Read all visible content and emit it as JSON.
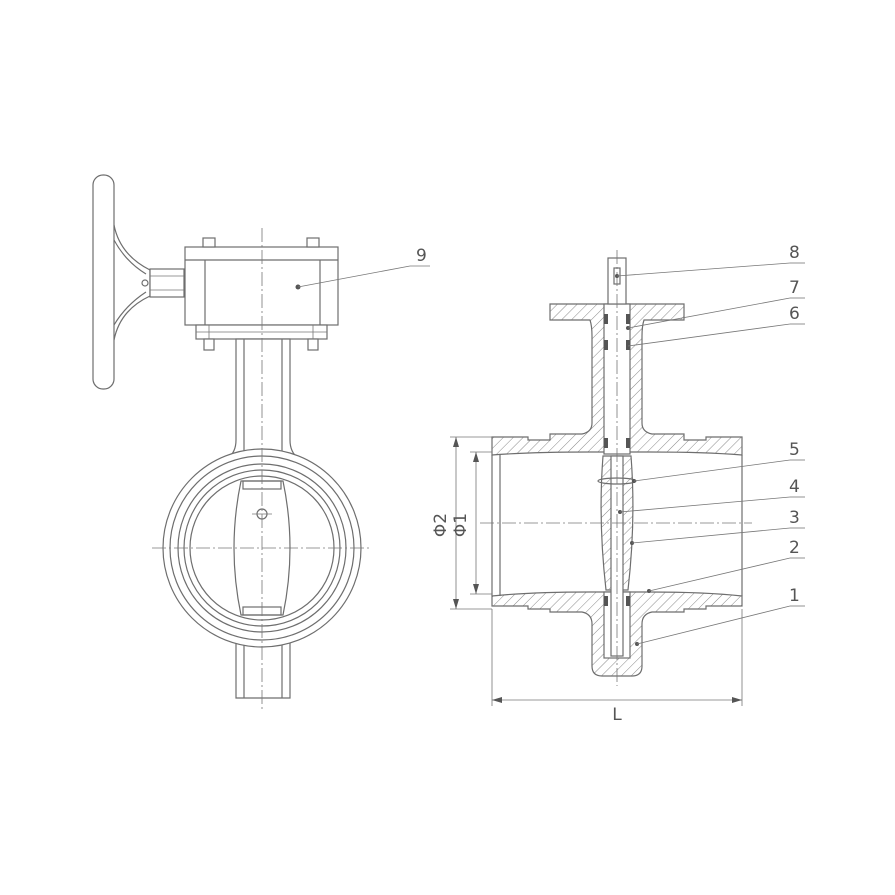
{
  "callouts": [
    {
      "label": "9",
      "part": "gearbox"
    },
    {
      "label": "8",
      "part": "key"
    },
    {
      "label": "7",
      "part": "upper bushing"
    },
    {
      "label": "6",
      "part": "o-ring"
    },
    {
      "label": "5",
      "part": "pin"
    },
    {
      "label": "4",
      "part": "stem"
    },
    {
      "label": "3",
      "part": "disc"
    },
    {
      "label": "2",
      "part": "seat"
    },
    {
      "label": "1",
      "part": "body"
    }
  ],
  "dimensions": {
    "phi2": "Φ2",
    "phi1": "Φ1",
    "length": "L"
  },
  "colors": {
    "line": "#6e6e6e",
    "text": "#555555",
    "background": "#ffffff"
  }
}
